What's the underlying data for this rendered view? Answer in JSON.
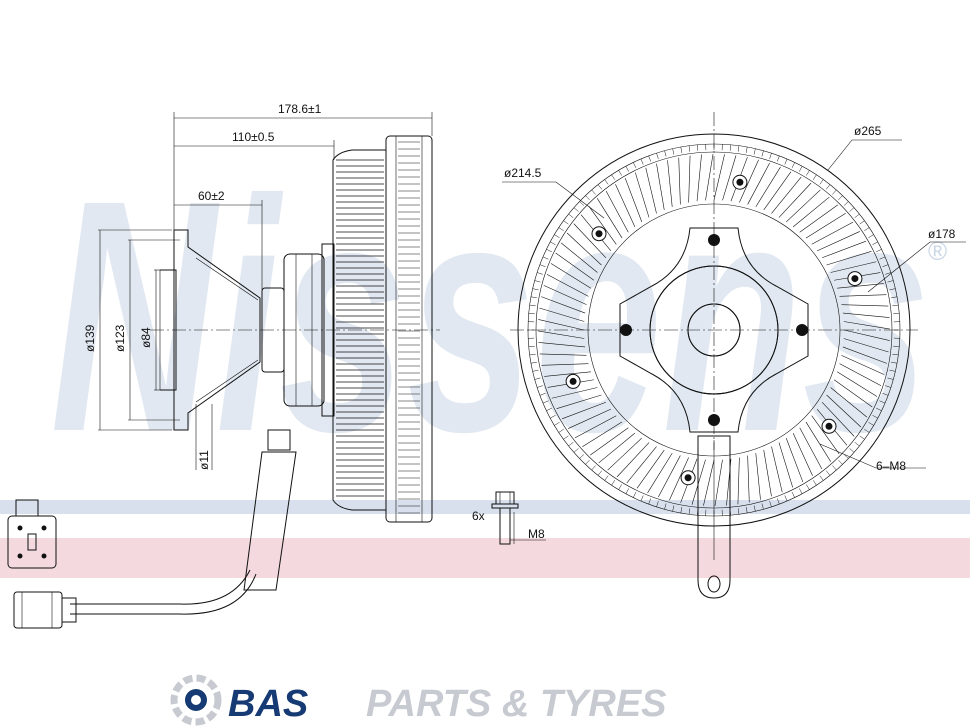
{
  "watermark": {
    "text": "Nissens",
    "registered": "®"
  },
  "side_view": {
    "dim_overall": "178.6±1",
    "dim_middle": "110±0.5",
    "dim_short": "60±2",
    "dia_outer": "ø139",
    "dia_mid": "ø123",
    "dia_inner": "ø84",
    "dia_small": "ø11"
  },
  "front_view": {
    "dia_265": "ø265",
    "dia_214": "ø214.5",
    "dia_178": "ø178",
    "thread": "6–M8"
  },
  "bolt": {
    "qty": "6x",
    "thread": "M8"
  },
  "colors": {
    "blue_band": "#c9d6e6",
    "pink_band": "#f0c9d0",
    "brand_dark": "#163a73",
    "brand_light": "#c7cbd1"
  },
  "footer": {
    "brand_bold": "BAS",
    "brand_rest": "PARTS & TYRES",
    "logo_icon": "bas-gear-logo"
  }
}
